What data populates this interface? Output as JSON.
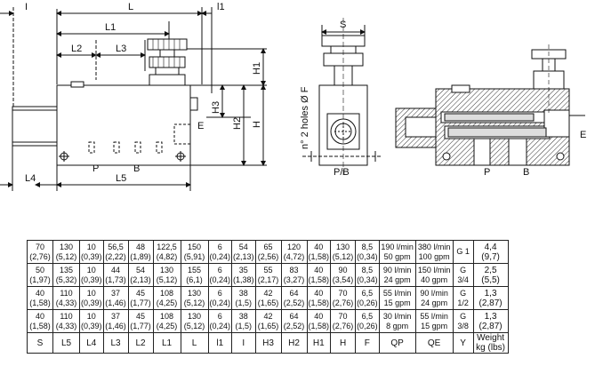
{
  "labels": {
    "i": "I",
    "L": "L",
    "l1": "l1",
    "L1": "L1",
    "L2": "L2",
    "L3": "L3",
    "L4": "L4",
    "L5": "L5",
    "H": "H",
    "H1": "H1",
    "H2": "H2",
    "H3": "H3",
    "E": "E",
    "P": "P",
    "B": "B",
    "S": "S",
    "holes": "n° 2 holes Ø F",
    "PB": "P/B",
    "E2": "E",
    "P2": "P",
    "B2": "B"
  },
  "table": {
    "headers": [
      "S",
      "L5",
      "L4",
      "L3",
      "L2",
      "L1",
      "L",
      "l1",
      "I",
      "H3",
      "H2",
      "H1",
      "H",
      "F",
      "QP",
      "QE",
      "Y",
      "Weight kg (lbs)"
    ],
    "rows": [
      [
        "70 (2,76)",
        "130 (5,12)",
        "10 (0,39)",
        "56,5 (2,22)",
        "48 (1,89)",
        "122,5 (4,82)",
        "150 (5,91)",
        "6 (0,24)",
        "54 (2,13)",
        "65 (2,56)",
        "120 (4,72)",
        "40 (1,58)",
        "130 (5,12)",
        "8,5 (0,34)",
        "190 l/min 50 gpm",
        "380 l/min 100 gpm",
        "G 1",
        "4,4 (9,7)"
      ],
      [
        "50 (1,97)",
        "135 (5,32)",
        "10 (0,39)",
        "44 (1,73)",
        "54 (2,13)",
        "130 (5,12)",
        "155 (6,1)",
        "6 (0,24)",
        "35 (1,38)",
        "55 (2,17)",
        "83 (3,27)",
        "40 (1,58)",
        "90 (3,54)",
        "8,5 (0,34)",
        "90 l/min 24 gpm",
        "150 l/min 40 gpm",
        "G 3/4",
        "2,5 (5,5)"
      ],
      [
        "40 (1,58)",
        "110 (4,33)",
        "10 (0,39)",
        "37 (1,46)",
        "45 (1,77)",
        "108 (4,25)",
        "130 (5,12)",
        "6 (0,24)",
        "38 (1,5)",
        "42 (1,65)",
        "64 (2,52)",
        "40 (1,58)",
        "70 (2,76)",
        "6,5 (0,26)",
        "55 l/min 15 gpm",
        "90 l/min 24 gpm",
        "G 1/2",
        "1,3 (2,87)"
      ],
      [
        "40 (1,58)",
        "110 (4,33)",
        "10 (0,39)",
        "37 (1,46)",
        "45 (1,77)",
        "108 (4,25)",
        "130 (5,12)",
        "6 (0,24)",
        "38 (1,5)",
        "42 (1,65)",
        "64 (2,52)",
        "40 (1,58)",
        "70 (2,76)",
        "6,5 (0,26)",
        "30 l/min 8 gpm",
        "55 l/min 15 gpm",
        "G 3/8",
        "1,3 (2,87)"
      ]
    ]
  }
}
